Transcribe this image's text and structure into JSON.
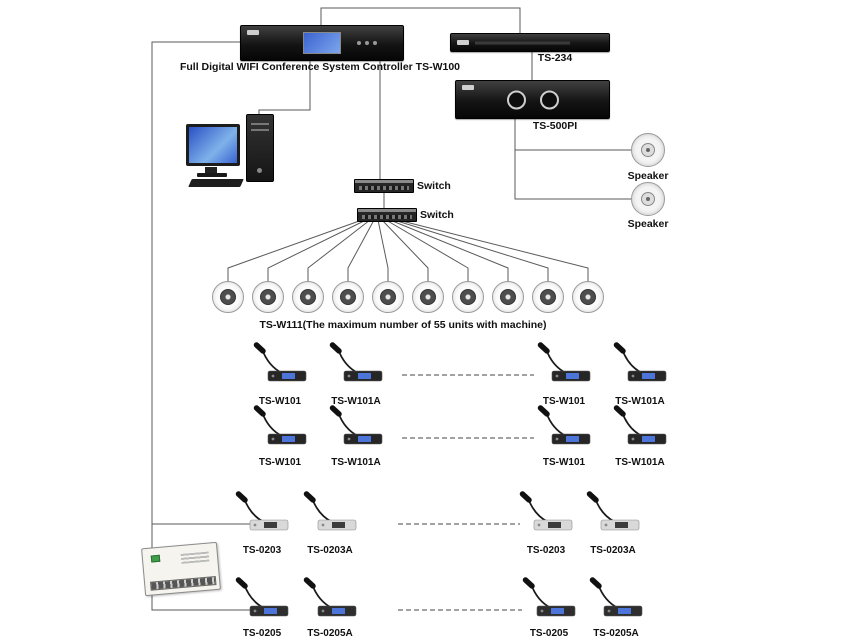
{
  "diagram": {
    "controller_label": "Full Digital WIFI Conference System Controller TS-W100",
    "ts234_label": "TS-234",
    "ts500pi_label": "TS-500PI",
    "speaker1_label": "Speaker",
    "speaker2_label": "Speaker",
    "switch1_label": "Switch",
    "switch2_label": "Switch",
    "ceiling_caption": "TS-W111(The maximum number of 55 units with machine)"
  },
  "ceiling": {
    "count": 10
  },
  "mic_rows": [
    {
      "units": [
        "TS-W101",
        "TS-W101A",
        "TS-W101",
        "TS-W101A"
      ]
    },
    {
      "units": [
        "TS-W101",
        "TS-W101A",
        "TS-W101",
        "TS-W101A"
      ]
    },
    {
      "units": [
        "TS-0203",
        "TS-0203A",
        "TS-0203",
        "TS-0203A"
      ]
    },
    {
      "units": [
        "TS-0205",
        "TS-0205A",
        "TS-0205",
        "TS-0205A"
      ]
    }
  ],
  "colors": {
    "wire": "#5a5a5a",
    "screen_blue": "#4d74d8"
  }
}
